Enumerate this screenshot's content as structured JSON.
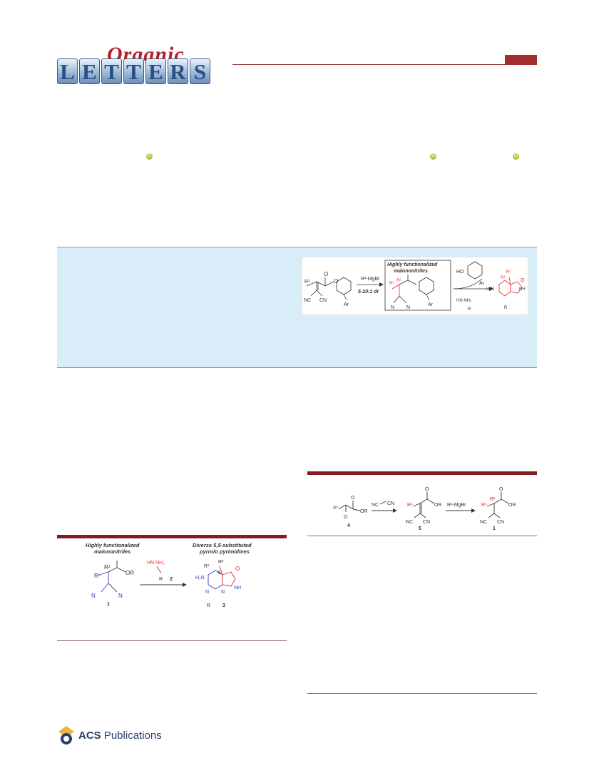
{
  "header": {
    "journal_word": "Organic",
    "journal_letters": [
      "L",
      "E",
      "T",
      "T",
      "E",
      "R",
      "S"
    ],
    "orcid_badge": "iD"
  },
  "toc_graphic": {
    "reagent": "R²-MgBr",
    "dr": "5-20:1 dr",
    "box_title_1": "Highly functionalized",
    "box_title_2": "malononitriles",
    "ar": "Ar",
    "ho": "HO",
    "h2n": "H₂N",
    "nh": "NH",
    "n": "N",
    "nc": "NC",
    "cn": "CN",
    "r": "R",
    "r1": "R¹",
    "r2": "R²",
    "amidine": "HN   NH₂"
  },
  "scheme1": {
    "left_title_1": "Highly functionalized",
    "left_title_2": "malononitriles",
    "right_title_1": "Diverse 5,5-substituted",
    "right_title_2": "pyrrolo pyrimidines",
    "compound_1": "1",
    "compound_2": "2",
    "compound_3": "3",
    "or": "OR",
    "amidine_label": "HN     NH₂",
    "r": "R",
    "r1": "R¹",
    "r2": "R²",
    "n": "N",
    "h2n": "H₂N",
    "nh": "NH",
    "position": "5"
  },
  "scheme2": {
    "compound_4": "4",
    "compound_5": "5",
    "compound_1": "1",
    "reagent_nc": "NC",
    "reagent_cn": "CN",
    "grignard": "R²-MgBr",
    "or": "OR",
    "r1": "R¹",
    "r2": "R²",
    "nc": "NC",
    "cn": "CN"
  },
  "footer": {
    "publisher_bold": "ACS",
    "publisher_rest": " Publications"
  },
  "colors": {
    "accent_red": "#861a22",
    "abstract_bg": "#d9edf9",
    "highlight_red": "#e8262e",
    "highlight_blue": "#2d3fd1",
    "orcid_green": "#a6ce39"
  }
}
